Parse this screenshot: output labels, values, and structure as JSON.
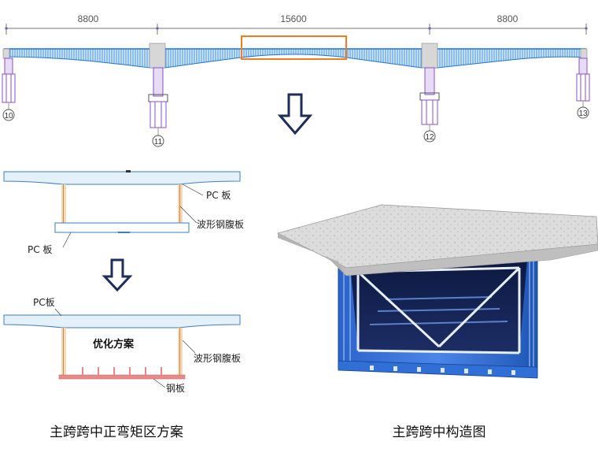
{
  "elevation": {
    "spans": [
      "8800",
      "15600",
      "8800"
    ],
    "piers": [
      "10",
      "11",
      "12",
      "13"
    ]
  },
  "section_before": {
    "pc_top_label": "PC 板",
    "web_label": "波形钢腹板",
    "pc_bottom_label": "PC 板"
  },
  "section_after": {
    "pc_label": "PC板",
    "optimized_label": "优化方案",
    "web_label": "波形钢腹板",
    "steel_label": "钢板"
  },
  "captions": {
    "left": "主跨跨中正弯矩区方案",
    "right": "主跨跨中构造图"
  },
  "colors": {
    "deck_blue": "#1e73d8",
    "highlight_orange": "#f07c1e",
    "arrow_navy": "#1e2d5a",
    "steel_plate": "#e88a8a",
    "corrugated_web": "#b5651d",
    "pier_purple": "#8a4fc9"
  }
}
